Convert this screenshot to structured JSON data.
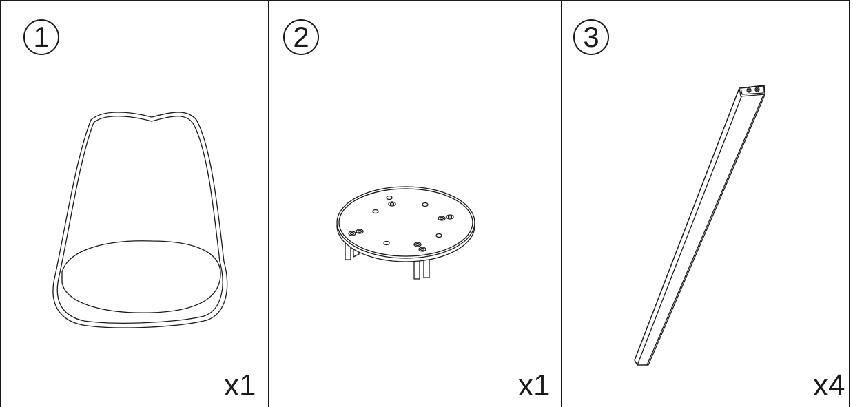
{
  "panels": [
    {
      "number": "1",
      "quantity": "x1",
      "icon": "chair-seat-icon"
    },
    {
      "number": "2",
      "quantity": "x1",
      "icon": "seat-mounting-plate-icon"
    },
    {
      "number": "3",
      "quantity": "x4",
      "icon": "chair-leg-icon"
    }
  ]
}
